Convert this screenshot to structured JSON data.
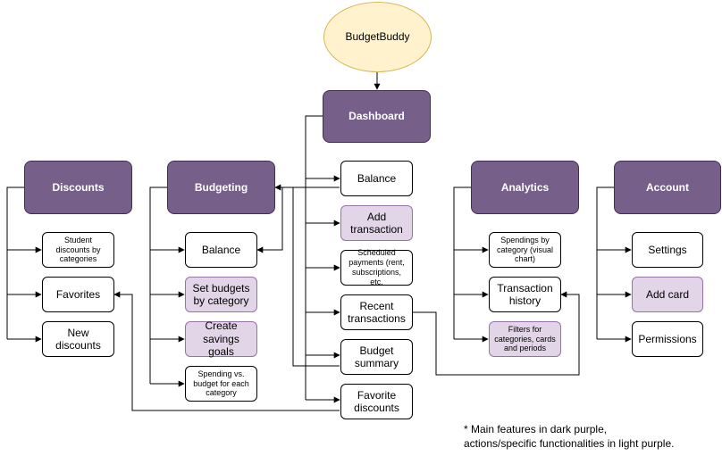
{
  "root": {
    "label": "BudgetBuddy"
  },
  "dashboard": {
    "label": "Dashboard",
    "items": {
      "balance": "Balance",
      "add_transaction": "Add transaction",
      "scheduled_payments": "Scheduled payments (rent, subscriptions, etc.",
      "recent_transactions": "Recent transactions",
      "budget_summary": "Budget summary",
      "favorite_discounts": "Favorite discounts"
    }
  },
  "discounts": {
    "label": "Discounts",
    "items": {
      "student_discounts": "Student discounts by categories",
      "favorites": "Favorites",
      "new_discounts": "New discounts"
    }
  },
  "budgeting": {
    "label": "Budgeting",
    "items": {
      "balance": "Balance",
      "set_budgets": "Set budgets by category",
      "savings_goals": "Create savings goals",
      "spending_vs_budget": "Spending vs. budget for each category"
    }
  },
  "analytics": {
    "label": "Analytics",
    "items": {
      "spendings_chart": "Spendings by category (visual chart)",
      "transaction_history": "Transaction history",
      "filters": "Filters for categories, cards and periods"
    }
  },
  "account": {
    "label": "Account",
    "items": {
      "settings": "Settings",
      "add_card": "Add card",
      "permissions": "Permissions"
    }
  },
  "note": {
    "line1": "* Main features in dark purple,",
    "line2": "actions/specific functionalities in light purple."
  },
  "colors": {
    "main_fill": "#76608a",
    "action_fill": "#e1d5e7",
    "root_fill": "#fff2cc"
  }
}
